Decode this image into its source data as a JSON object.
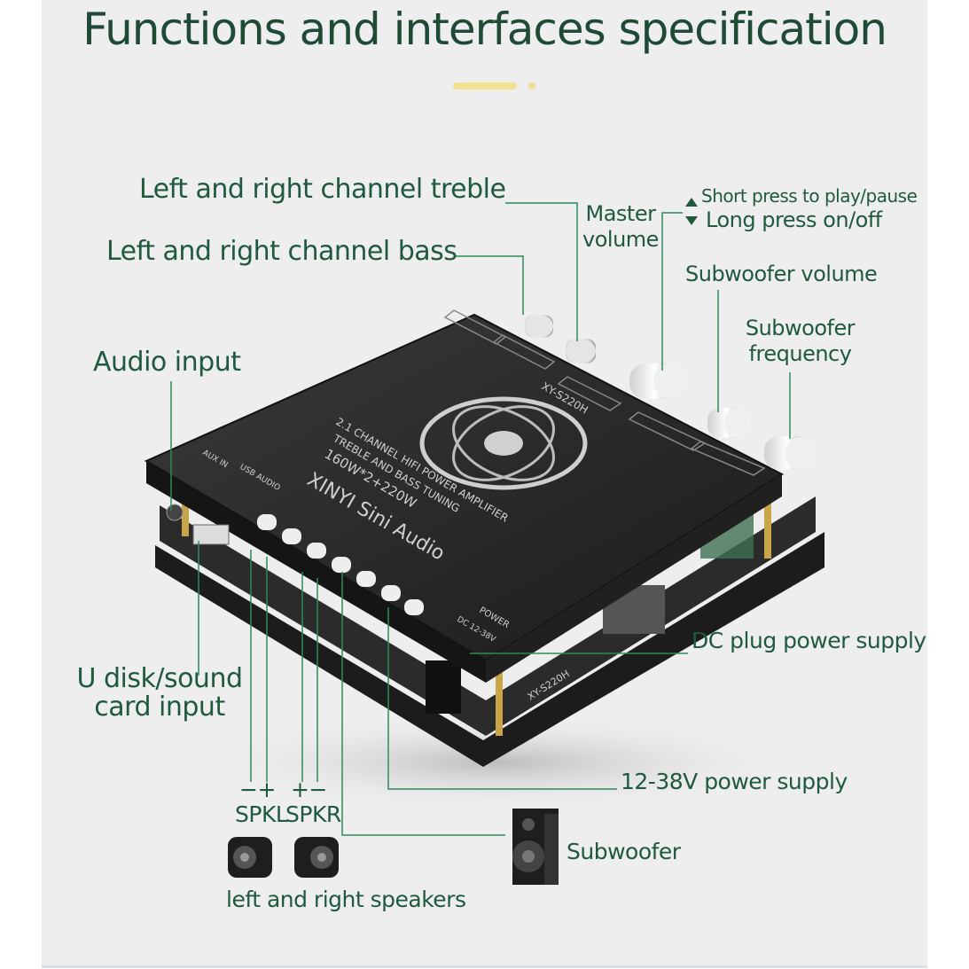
{
  "title": "Functions and interfaces specification",
  "labels": {
    "treble": "Left and right channel treble",
    "bass": "Left and right channel bass",
    "master_volume_1": "Master",
    "master_volume_2": "volume",
    "short_press": "Short press to play/pause",
    "long_press": "Long press on/off",
    "subwoofer_volume": "Subwoofer volume",
    "subwoofer_frequency_1": "Subwoofer",
    "subwoofer_frequency_2": "frequency",
    "audio_input": "Audio input",
    "udisk_1": "U disk/sound",
    "udisk_2": "card input",
    "dc_plug": "DC plug power supply",
    "power_supply": "12-38V power supply",
    "subwoofer": "Subwoofer",
    "spkl_polarity": "−+",
    "spkr_polarity": "+−",
    "spkl": "SPKL",
    "spkr": "SPKR",
    "speakers": "left and right speakers"
  },
  "board": {
    "brand": "XINYI Sini Audio",
    "power": "160W*2+220W",
    "desc1": "2.1 CHANNEL HIFI POWER AMPLIFIER",
    "desc2": "TREBLE AND BASS TUNING",
    "model_top": "XY-S220H",
    "model_side": "XY-S220H",
    "aux": "AUX IN",
    "usb": "USB AUDIO",
    "dc": "DC 12-38V",
    "power_label": "POWER"
  },
  "colors": {
    "label": "#1f5a3e",
    "line": "#2f8a5a",
    "accent": "#f2df8f",
    "board": "#2a2a2a"
  }
}
